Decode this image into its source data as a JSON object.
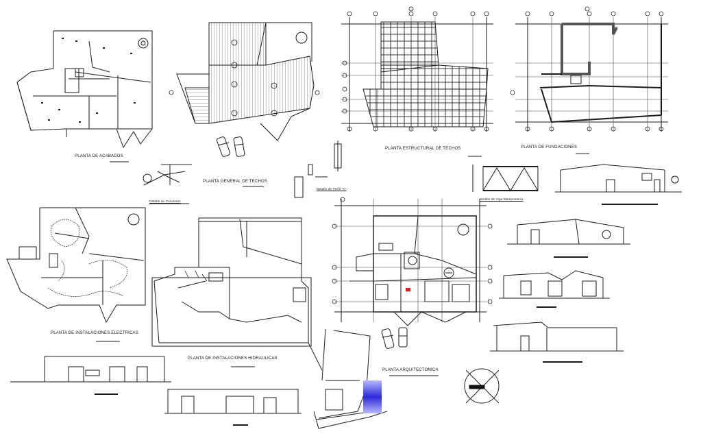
{
  "drawing": {
    "labels": {
      "acabados": "PLANTA DE ACABADOS",
      "techos_general": "PLANTA GENERAL DE TECHOS",
      "estructural_techos": "PLANTA ESTRUCTURAL DE TECHOS",
      "fundaciones": "PLANTA DE FUNDACIONES",
      "det_columnas": "Detalle de Columnas",
      "det_perfil": "Detalle de Perfil \"C\"",
      "det_viga": "Detalle de Viga Mampostería",
      "inst_electricas": "PLANTA DE INSTALACIONES ELECTRICAS",
      "inst_hidraulicas": "PLANTA DE INSTALACIONES HIDRAULICAS",
      "arquitectonica": "PLANTA ARQUITECTONICA"
    },
    "colors": {
      "line": "#1a1a1a",
      "hatch": "#555555",
      "accent_red": "#d42020",
      "accent_blue": "#2a2ad8"
    }
  }
}
